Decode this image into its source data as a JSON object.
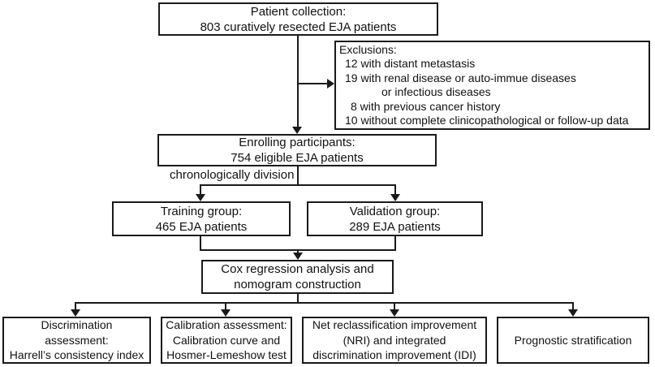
{
  "diagram": {
    "colors": {
      "border": "#1a1a1a",
      "background": "#ffffff",
      "text": "#111111"
    },
    "boxes": {
      "patient_collection": {
        "line1": "Patient collection:",
        "line2": "803 curatively resected EJA patients"
      },
      "exclusions": {
        "title": "Exclusions:",
        "item1": "12 with distant metastasis",
        "item2": "19 with renal disease or auto-immue diseases",
        "item2_cont": "or infectious diseases",
        "item3": "8 with previous cancer history",
        "item4": "10 without complete clinicopathological or follow-up data"
      },
      "enrolling": {
        "line1": "Enrolling participants:",
        "line2": "754 eligible EJA patients"
      },
      "training": {
        "line1": "Training group:",
        "line2": "465 EJA patients"
      },
      "validation": {
        "line1": "Validation group:",
        "line2": "289 EJA patients"
      },
      "cox": {
        "line1": "Cox regression analysis and",
        "line2": "nomogram construction"
      },
      "discrimination": {
        "line1": "Discrimination",
        "line2": "assessment:",
        "line3": "Harrell’s consistency index"
      },
      "calibration": {
        "line1": "Calibration assessment:",
        "line2": "Calibration curve and",
        "line3": "Hosmer-Lemeshow test"
      },
      "nri_idi": {
        "line1": "Net reclassification improvement",
        "line2": "(NRI) and integrated",
        "line3": "discrimination improvement (IDI)"
      },
      "prognostic": {
        "line1": "Prognostic stratification"
      }
    },
    "labels": {
      "division": "chronologically division"
    }
  }
}
